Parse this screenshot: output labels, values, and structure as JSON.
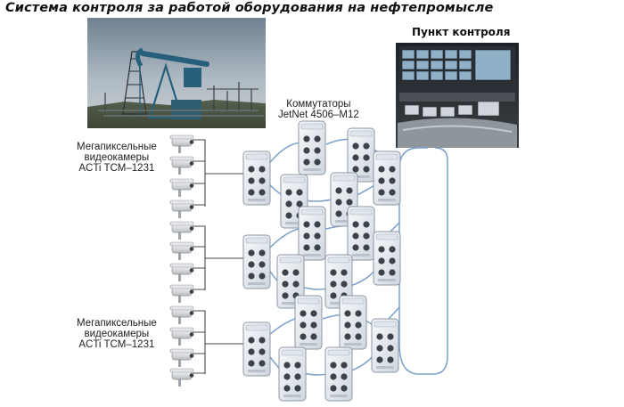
{
  "title": "Система контроля  за работой оборудования на нефтепромысле",
  "control_point": "Пункт контроля",
  "switches_label": {
    "line1": "Коммутаторы",
    "line2": "JetNet 4506–M12"
  },
  "cameras_label_top": {
    "line1": "Мегапиксельные",
    "line2": "видеокамеры",
    "line3": "ACTi TCM–1231"
  },
  "cameras_label_bottom": {
    "line1": "Мегапиксельные",
    "line2": "видеокамеры",
    "line3": "ACTi TCM–1231"
  },
  "colors": {
    "link": "#7aa0cc",
    "wire": "#4a4a4a",
    "switch_body": "#e9edf2"
  }
}
